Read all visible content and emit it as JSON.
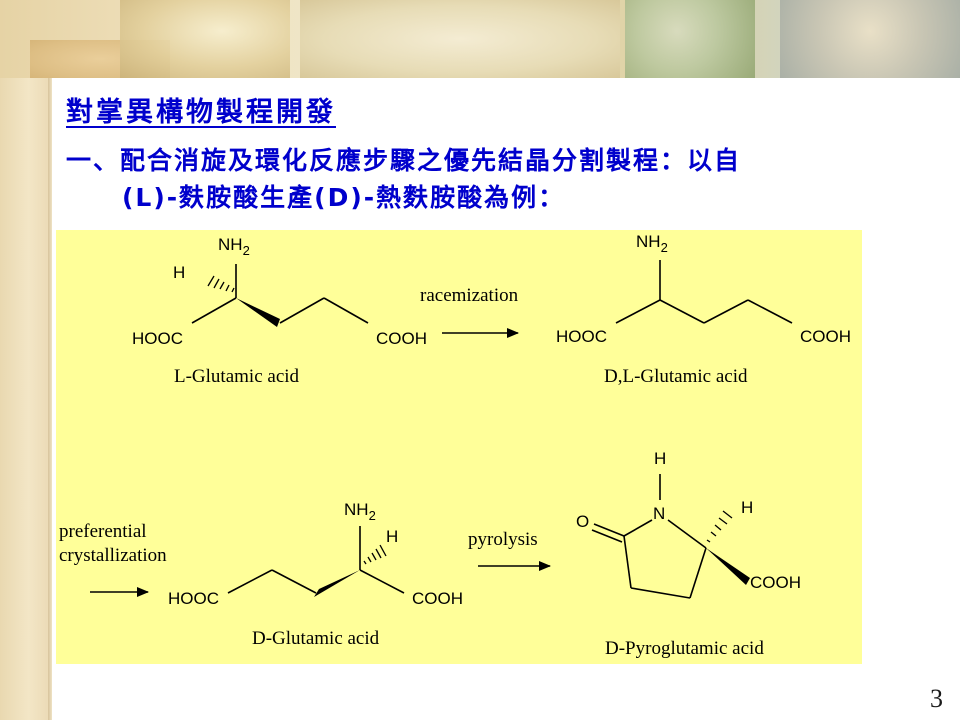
{
  "slide": {
    "title": "對掌異構物製程開發",
    "subtitle_line1": "一、配合消旋及環化反應步驟之優先結晶分割製程：以自",
    "subtitle_line2": "(L)-麩胺酸生產(D)-熱麩胺酸為例：",
    "page_number": "3"
  },
  "scheme": {
    "labels": {
      "nh2": "NH",
      "nh2_sub": "2",
      "h": "H",
      "n": "N",
      "o": "O",
      "hooc": "HOOC",
      "cooh": "COOH"
    },
    "captions": {
      "l_glu": "L-Glutamic acid",
      "dl_glu": "D,L-Glutamic acid",
      "d_glu": "D-Glutamic acid",
      "d_pyro": "D-Pyroglutamic acid"
    },
    "arrows": {
      "racemization": "racemization",
      "preferential_1": "preferential",
      "preferential_2": "crystallization",
      "pyrolysis": "pyrolysis"
    }
  },
  "colors": {
    "title_text": "#0000cc",
    "figure_bg": "#ffff99"
  }
}
